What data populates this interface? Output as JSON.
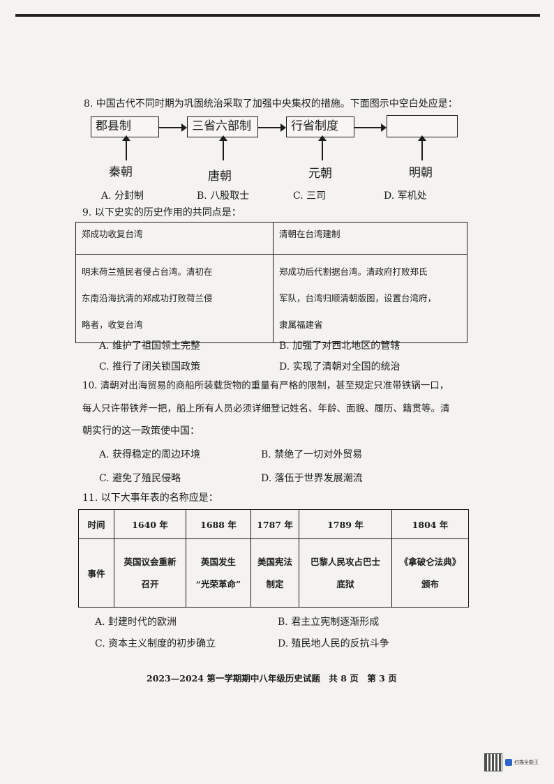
{
  "q8": {
    "stem": "8. 中国古代不同时期为巩固统治采取了加强中央集权的措施。下面图示中空白处应是：",
    "boxes": [
      "郡县制",
      "三省六部制",
      "行省制度",
      ""
    ],
    "dynasties": [
      "秦朝",
      "唐朝",
      "元朝",
      "明朝"
    ],
    "options": [
      "A. 分封制",
      "B. 八股取士",
      "C. 三司",
      "D. 军机处"
    ]
  },
  "q9": {
    "stem": "9. 以下史实的历史作用的共同点是：",
    "table": {
      "headers": [
        "郑成功收复台湾",
        "清朝在台湾建制"
      ],
      "body": [
        [
          "明末荷兰殖民者侵占台湾。清初在",
          "东南沿海抗清的郑成功打败荷兰侵",
          "略者，收复台湾"
        ],
        [
          "郑成功后代割据台湾。清政府打败郑氏",
          "军队，台湾归顺清朝版图，设置台湾府，",
          "隶属福建省"
        ]
      ]
    },
    "options": [
      "A. 维护了祖国领土完整",
      "B. 加强了对西北地区的管辖",
      "C. 推行了闭关锁国政策",
      "D. 实现了清朝对全国的统治"
    ]
  },
  "q10": {
    "stem_lines": [
      "10. 清朝对出海贸易的商船所装载货物的重量有严格的限制，甚至规定只准带铁锅一口，",
      "每人只许带铁斧一把，船上所有人员必须详细登记姓名、年龄、面貌、履历、籍贯等。清",
      "朝实行的这一政策使中国："
    ],
    "options": [
      "A. 获得稳定的周边环境",
      "B. 禁绝了一切对外贸易",
      "C. 避免了殖民侵略",
      "D. 落伍于世界发展潮流"
    ]
  },
  "q11": {
    "stem": "11. 以下大事年表的名称应是：",
    "table": {
      "row_labels": [
        "时间",
        "事件"
      ],
      "years": [
        "1640 年",
        "1688 年",
        "1787 年",
        "1789 年",
        "1804 年"
      ],
      "events": [
        [
          "英国议会重新",
          "召开"
        ],
        [
          "英国发生",
          "“光荣革命”"
        ],
        [
          "美国宪法",
          "制定"
        ],
        [
          "巴黎人民攻占巴士",
          "底狱"
        ],
        [
          "《拿破仑法典》",
          "颁布"
        ]
      ]
    },
    "options": [
      "A. 封建时代的欧洲",
      "B. 君主立宪制逐渐形成",
      "C. 资本主义制度的初步确立",
      "D. 殖民地人民的反抗斗争"
    ]
  },
  "footer": "2023—2024 第一学期期中八年级历史试题　共 8 页　第 3 页",
  "scanner_label": "扫描全能王"
}
